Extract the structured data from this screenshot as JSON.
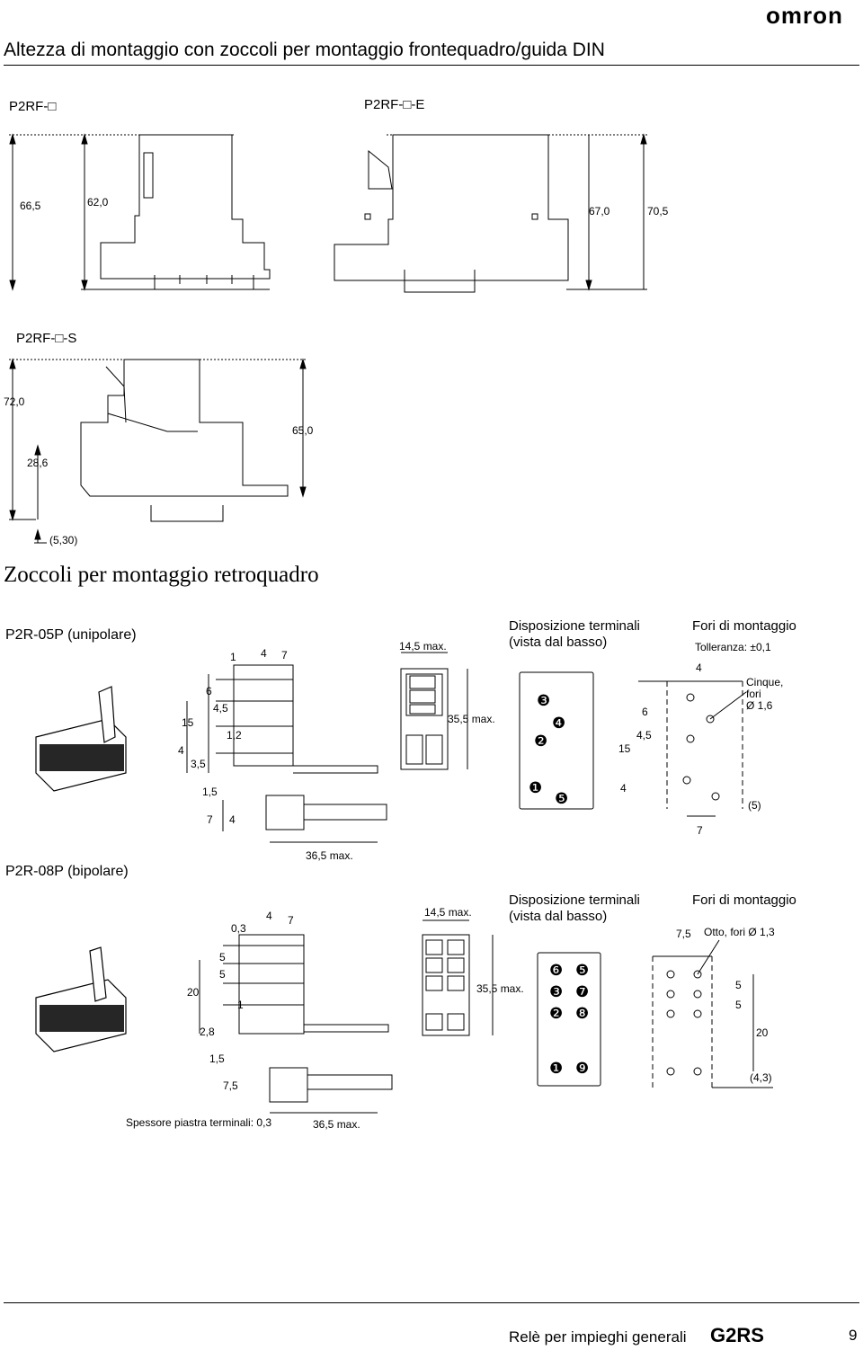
{
  "brand": "omron",
  "heading": "Altezza di montaggio con zoccoli per montaggio frontequadro/guida DIN",
  "front": {
    "p2rf_label": "P2RF-□",
    "p2rfe_label": "P2RF-□-E",
    "p2rfs_label": "P2RF-□-S",
    "dims": [
      "66,5",
      "62,0",
      "67,0",
      "70,5",
      "72,0",
      "65,0",
      "28,6",
      "(5,30)"
    ]
  },
  "section_heading": "Zoccoli per montaggio retroquadro",
  "p2r05p": {
    "title": "P2R-05P (unipolare)",
    "dims_side": [
      "1",
      "4",
      "7",
      "6",
      "4,5",
      "15",
      "1,2",
      "4",
      "3,5",
      "1,5",
      "7",
      "4",
      "36,5 max."
    ],
    "dims_front": [
      "14,5 max.",
      "35,5 max."
    ],
    "terminals_title_1": "Disposizione terminali",
    "terminals_title_2": "(vista dal basso)",
    "terminals": [
      "❸",
      "❹",
      "❷",
      "❶",
      "❺"
    ],
    "holes_title": "Fori di montaggio",
    "tolerance": "Tolleranza: ±0,1",
    "holes_note_1": "Cinque,",
    "holes_note_2": "fori",
    "holes_note_3": "Ø 1,6",
    "holes_dims": [
      "4",
      "6",
      "4,5",
      "15",
      "4",
      "7",
      "(5)"
    ]
  },
  "p2r08p": {
    "title": "P2R-08P (bipolare)",
    "dims_side": [
      "4",
      "7",
      "0,3",
      "5",
      "5",
      "20",
      "1",
      "2,8",
      "1,5",
      "7,5"
    ],
    "dims_front": [
      "14,5 max.",
      "35,5 max."
    ],
    "terminals_title_1": "Disposizione terminali",
    "terminals_title_2": "(vista dal basso)",
    "terminals": [
      "❻",
      "❺",
      "❸",
      "❼",
      "❷",
      "❽",
      "❶",
      "❾"
    ],
    "holes_title": "Fori di montaggio",
    "holes_note": "Otto, fori Ø 1,3",
    "holes_dims": [
      "7,5",
      "5",
      "5",
      "20",
      "(4,3)"
    ],
    "thickness_note": "Spessore piastra terminali:  0,3",
    "max_length": "36,5 max."
  },
  "footer": {
    "text": "Relè per impieghi generali",
    "product": "G2RS",
    "page": "9"
  }
}
